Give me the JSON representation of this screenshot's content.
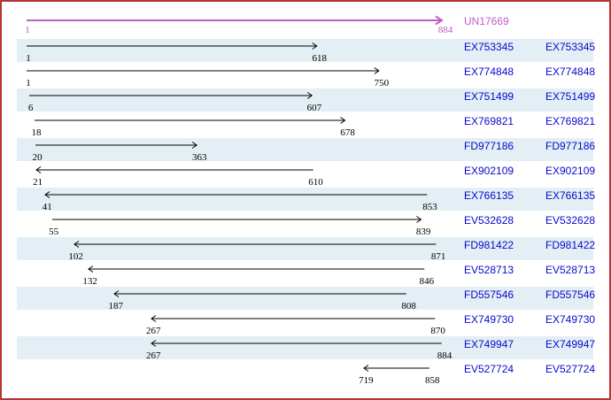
{
  "colors": {
    "border_red": "#b83434",
    "accent_magenta": "#c05ec4",
    "link_blue": "#0808cc",
    "stripe_blue": "#e3eff4",
    "arrow_black": "#000000",
    "background": "#ffffff"
  },
  "header": {
    "name": "UN17669",
    "start": 1,
    "end": 884,
    "direction": "right"
  },
  "rows": [
    {
      "name": "EX753345",
      "start": 1,
      "end": 618,
      "direction": "right"
    },
    {
      "name": "EX774848",
      "start": 1,
      "end": 750,
      "direction": "right"
    },
    {
      "name": "EX751499",
      "start": 6,
      "end": 607,
      "direction": "right"
    },
    {
      "name": "EX769821",
      "start": 18,
      "end": 678,
      "direction": "right"
    },
    {
      "name": "FD977186",
      "start": 20,
      "end": 363,
      "direction": "right"
    },
    {
      "name": "EX902109",
      "start": 21,
      "end": 610,
      "direction": "left"
    },
    {
      "name": "EX766135",
      "start": 41,
      "end": 853,
      "direction": "left"
    },
    {
      "name": "EV532628",
      "start": 55,
      "end": 839,
      "direction": "right"
    },
    {
      "name": "FD981422",
      "start": 102,
      "end": 871,
      "direction": "left"
    },
    {
      "name": "EV528713",
      "start": 132,
      "end": 846,
      "direction": "left"
    },
    {
      "name": "FD557546",
      "start": 187,
      "end": 808,
      "direction": "left"
    },
    {
      "name": "EX749730",
      "start": 267,
      "end": 870,
      "direction": "left"
    },
    {
      "name": "EX749947",
      "start": 267,
      "end": 884,
      "direction": "left"
    },
    {
      "name": "EV527724",
      "start": 719,
      "end": 858,
      "direction": "left"
    }
  ]
}
